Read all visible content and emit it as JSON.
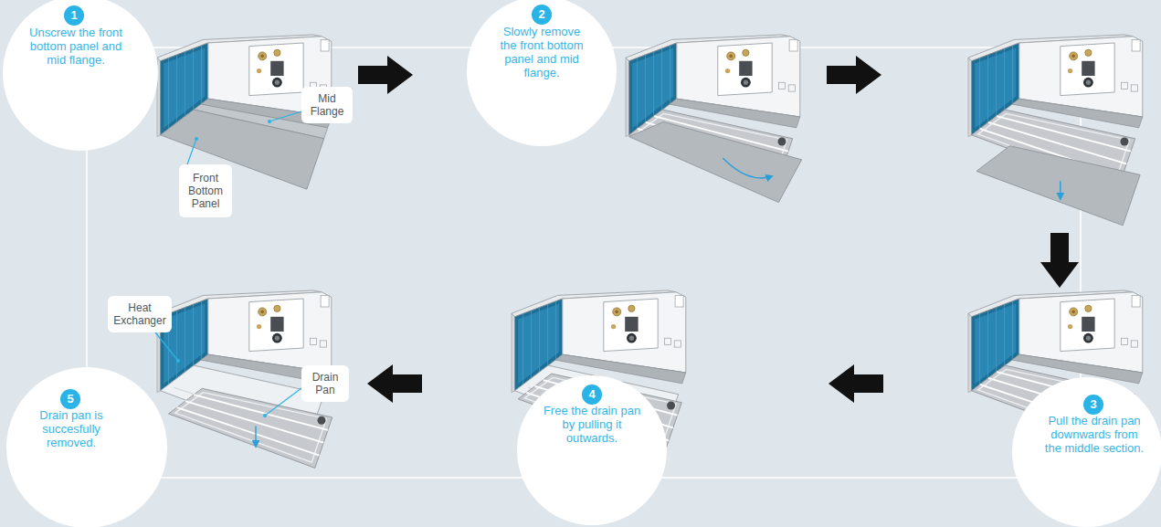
{
  "diagram": {
    "nodes": [
      {
        "text": [
          "Unscrew the front bottom panel and mid flange."
        ]
      },
      {
        "text": [
          "1"
        ],
        "in": 0
      },
      {
        "text": [
          "Mid Flange"
        ]
      },
      {
        "text": [
          "Front Bottom Panel"
        ]
      },
      {
        "text": [
          "Slowly remove the front bottom panel and mid flange."
        ]
      },
      {
        "text": [
          "2"
        ],
        "in": 4
      },
      {
        "text": [
          "Pull the drain pan downwards from the middle section."
        ]
      },
      {
        "text": [
          "3"
        ],
        "in": 6
      },
      {
        "text": [
          "Free the drain pan by pulling it outwards."
        ]
      },
      {
        "text": [
          "4"
        ],
        "in": 8
      },
      {
        "text": [
          "Drain pan is succesfully removed."
        ]
      },
      {
        "text": [
          "5"
        ],
        "in": 10
      },
      {
        "text": [
          "Heat Exchanger"
        ]
      },
      {
        "text": [
          "Drain Pan"
        ]
      }
    ]
  }
}
